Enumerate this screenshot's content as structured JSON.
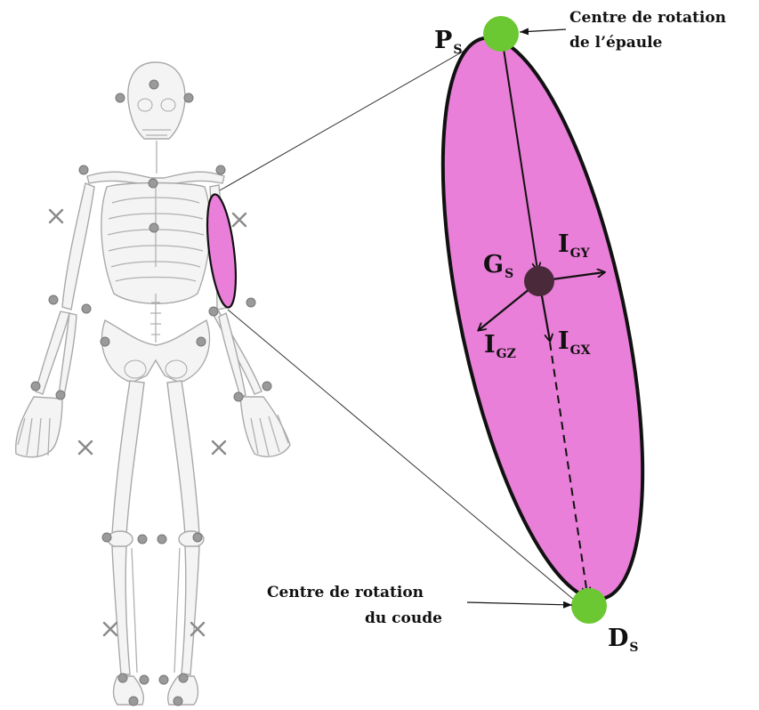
{
  "colors": {
    "segment_fill": "#e97fd8",
    "joint_green": "#6cc832",
    "marker_grey": "#9a9a9a",
    "com_dark": "#4a2a3a"
  },
  "labels": {
    "proximal": {
      "main": "P",
      "sub": "S"
    },
    "distal": {
      "main": "D",
      "sub": "S"
    },
    "com": {
      "main": "G",
      "sub": "S"
    },
    "inertia_y": {
      "main": "I",
      "sub": "GY"
    },
    "inertia_x": {
      "main": "I",
      "sub": "GX"
    },
    "inertia_z": {
      "main": "I",
      "sub": "GZ"
    }
  },
  "annotations": {
    "shoulder_line1": "Centre de rotation",
    "shoulder_line2": "de l’épaule",
    "elbow_line1": "Centre de rotation",
    "elbow_line2": "du coude"
  }
}
